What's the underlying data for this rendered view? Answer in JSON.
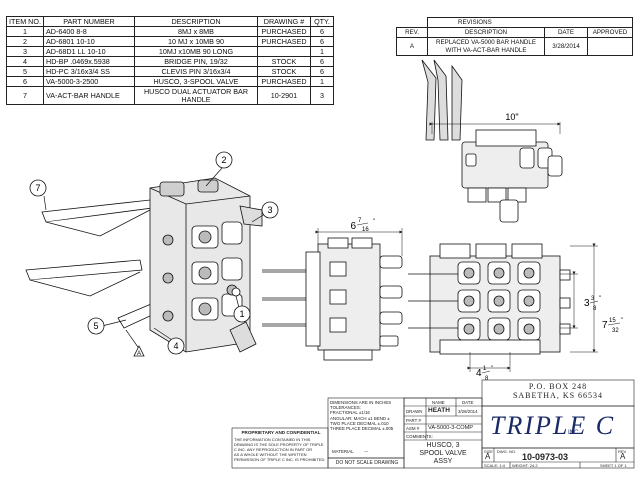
{
  "bom": {
    "headers": [
      "ITEM NO.",
      "PART NUMBER",
      "DESCRIPTION",
      "DRAWING #",
      "QTY."
    ],
    "rows": [
      {
        "item": "1",
        "part": "AD-6400 8-8",
        "desc": "8MJ x 8MB",
        "drawing": "PURCHASED",
        "qty": "6"
      },
      {
        "item": "2",
        "part": "AD-6801 10-10",
        "desc": "10 MJ x 10MB 90",
        "drawing": "PURCHASED",
        "qty": "6"
      },
      {
        "item": "3",
        "part": "AD-68D1 LL 10-10",
        "desc": "10MJ x10MB 90 LONG",
        "drawing": "",
        "qty": "1"
      },
      {
        "item": "4",
        "part": "HD-BP .0469x.5938",
        "desc": "BRIDGE PIN, 19/32",
        "drawing": "STOCK",
        "qty": "6"
      },
      {
        "item": "5",
        "part": "HD-PC 3/16x3/4 SS",
        "desc": "CLEVIS PIN 3/16x3/4",
        "drawing": "STOCK",
        "qty": "6"
      },
      {
        "item": "6",
        "part": "VA-5000-3-2500",
        "desc": "HUSCO, 3-SPOOL VALVE",
        "drawing": "PURCHASED",
        "qty": "1"
      },
      {
        "item": "7",
        "part": "VA-ACT-BAR HANDLE",
        "desc": "HUSCO DUAL ACTUATOR BAR HANDLE",
        "drawing": "10-2901",
        "qty": "3"
      }
    ]
  },
  "revisions": {
    "title": "REVISIONS",
    "headers": [
      "REV.",
      "DESCRIPTION",
      "DATE",
      "APPROVED"
    ],
    "row": {
      "rev": "A",
      "desc_line1": "REPLACED VA-5000 BAR HANDLE",
      "desc_line2": "WITH VA-ACT-BAR HANDLE",
      "date": "3/28/2014",
      "approved": ""
    }
  },
  "callouts": {
    "c1": "1",
    "c2": "2",
    "c3": "3",
    "c4": "4",
    "c5": "5",
    "c7": "7",
    "view": "A"
  },
  "dimensions": {
    "top_width": "10\"",
    "side_width_whole": "6",
    "side_width_num": "7",
    "side_width_den": "16",
    "side_width_unit": "\"",
    "spacing_whole": "3",
    "spacing_num": "3",
    "spacing_den": "8",
    "spacing_unit": "\"",
    "height_whole": "7",
    "height_num": "15",
    "height_den": "32",
    "height_unit": "\"",
    "bottom_whole": "4",
    "bottom_num": "1",
    "bottom_den": "8",
    "bottom_unit": "\""
  },
  "title_block": {
    "address_line1": "P.O. BOX 248",
    "address_line2": "SABETHA, KS 66534",
    "company_logo": "TRIPLE C",
    "company_suffix": "INC.",
    "tolerances": [
      "DIMENSIONS ARE IN INCHES",
      "TOLERANCES:",
      "FRACTIONAL ±1/16",
      "ANGULAR: MACH ±1  BEND ±",
      "TWO PLACE DECIMAL  ±.010",
      "THREE PLACE DECIMAL  ±.005"
    ],
    "material_label": "MATERIAL",
    "material_value": "---",
    "no_scale": "DO NOT SCALE DRAWING",
    "proprietary_title": "PROPRIETARY AND CONFIDENTIAL",
    "proprietary_text": [
      "THE INFORMATION CONTAINED IN THIS",
      "DRAWING IS THE SOLE PROPERTY OF TRIPLE",
      "C INC. ANY REPRODUCTION IN PART OR",
      "AS A WHOLE WITHOUT THE WRITTEN",
      "PERMISSION OF TRIPLE C INC. IS PROHIBITED."
    ],
    "name_header": "NAME",
    "date_header": "DATE",
    "drawn_label": "DRAWN",
    "drawn_name": "HEATH",
    "drawn_date": "3/28/2014",
    "part_label": "PART #",
    "asm_label": "ASM #",
    "asm_value": "VA-5000-3-COMP",
    "comments_label": "COMMENTS:",
    "title_line1": "HUSCO, 3",
    "title_line2": "SPOOL VALVE",
    "title_line3": "ASSY",
    "size_label": "SIZE",
    "size_value": "A",
    "dwg_label": "DWG. NO.",
    "dwg_value": "10-0973-03",
    "rev_label": "REV",
    "rev_value": "A",
    "scale_label": "SCALE: 1:4",
    "weight_label": "WEIGHT: 24.2",
    "sheet_label": "SHEET 1 OF 1"
  }
}
